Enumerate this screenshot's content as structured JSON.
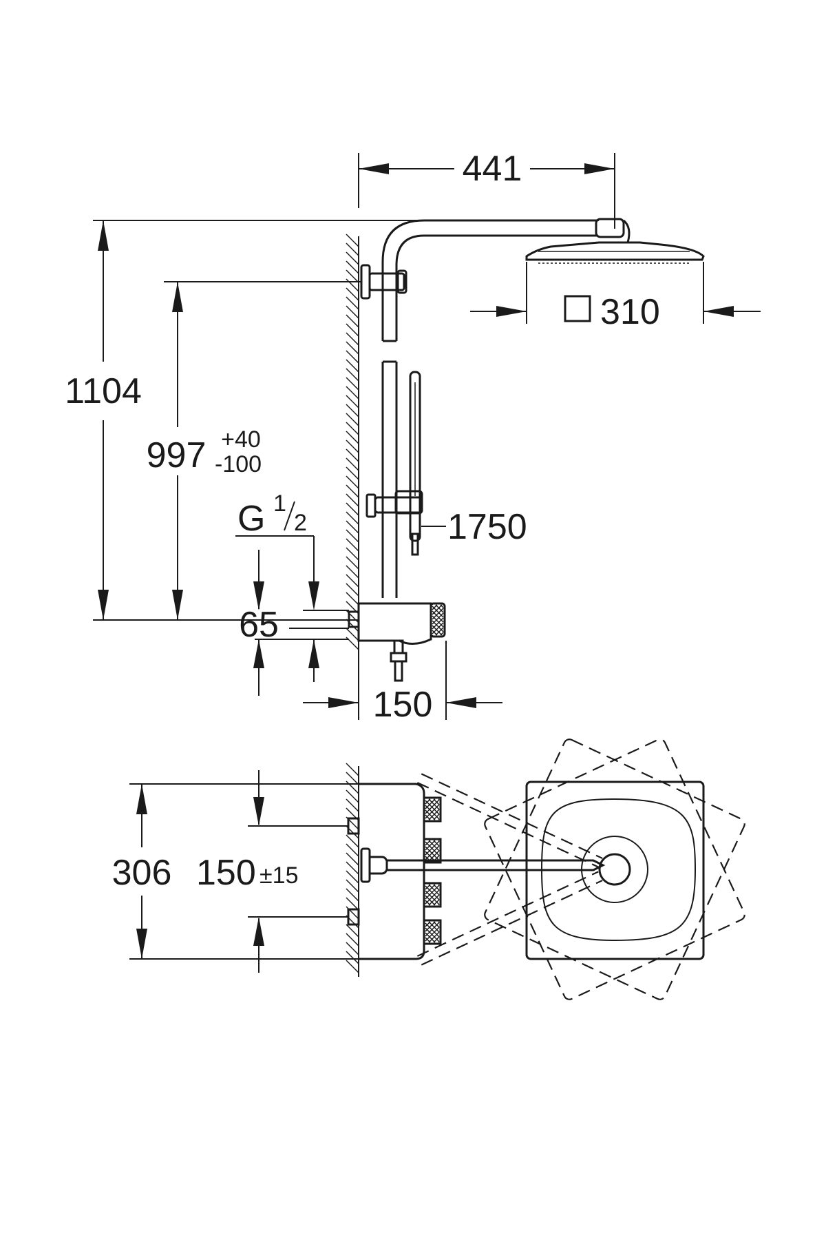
{
  "dimensions": {
    "arm_projection": "441",
    "head_size": "310",
    "total_height": "1104",
    "outlet_height": "997",
    "outlet_tolerance_plus": "+40",
    "outlet_tolerance_minus": "-100",
    "connection_thread_prefix": "G",
    "connection_thread_num": "1",
    "connection_thread_den": "2",
    "hose_length": "1750",
    "thermostat_depth": "65",
    "thermostat_projection": "150",
    "thermostat_width": "306",
    "connection_spacing": "150",
    "connection_spacing_tolerance": "±15"
  }
}
